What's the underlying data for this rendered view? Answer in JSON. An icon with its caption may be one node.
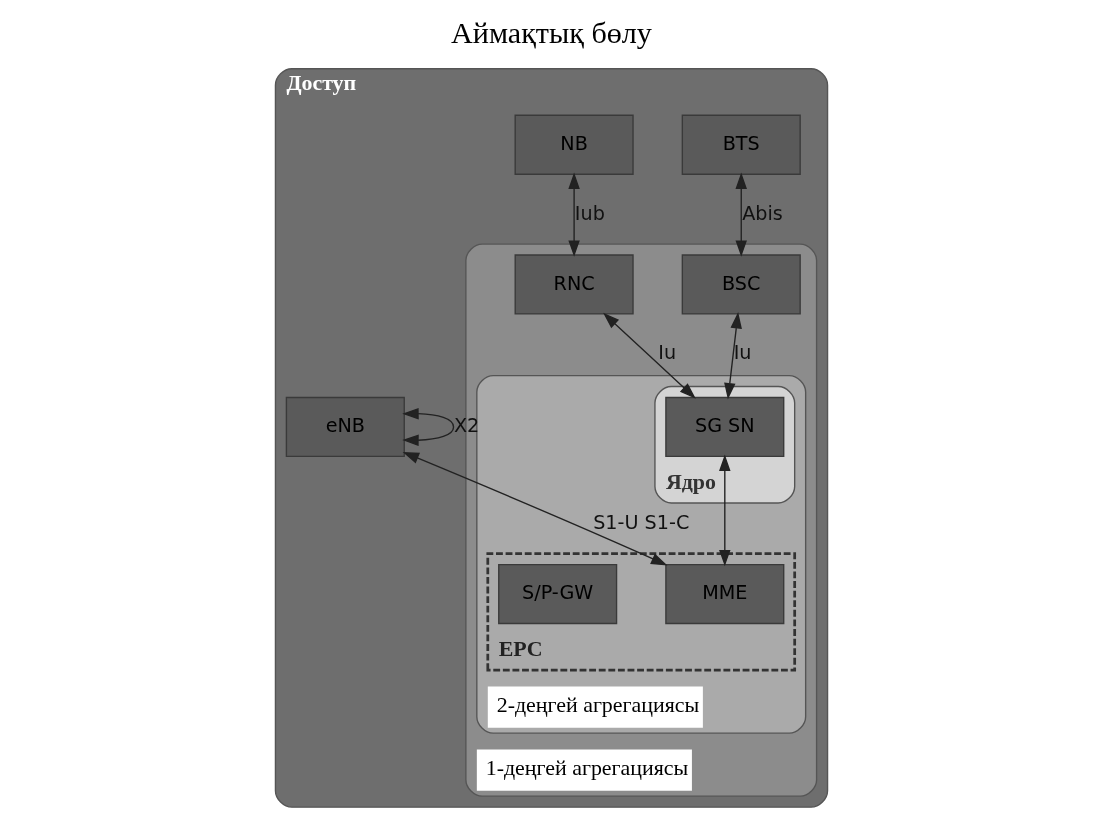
{
  "diagram": {
    "title": "Аймақтық бөлу",
    "nodes": [
      {
        "text": [
          "Доступ"
        ]
      },
      {
        "text": [
          "BTS"
        ],
        "in": 0
      },
      {
        "text": [
          "NB"
        ],
        "in": 0
      },
      {
        "text": [
          "eNB"
        ],
        "in": 0
      },
      {
        "text": [
          "1-деңгей агрегациясы"
        ],
        "in": 0
      },
      {
        "text": [
          "BSC"
        ],
        "in": 4
      },
      {
        "text": [
          "RNC"
        ],
        "in": 4
      },
      {
        "text": [
          "2-деңгей агрегациясы"
        ],
        "in": 4
      },
      {
        "text": [
          "Ядро"
        ],
        "in": 7
      },
      {
        "text": [
          "SG SN"
        ],
        "in": 8
      },
      {
        "text": [
          "EPC"
        ],
        "in": 7
      },
      {
        "text": [
          "MME"
        ],
        "in": 10
      },
      {
        "text": [
          "S/P-GW"
        ],
        "in": 10
      }
    ],
    "edges": [
      {
        "from": 1,
        "to": 5,
        "arrow": "both",
        "label": "Abis"
      },
      {
        "from": 2,
        "to": 6,
        "arrow": "both",
        "label": "Iub"
      },
      {
        "from": 3,
        "to": 3,
        "arrow": "both",
        "label": "X2"
      },
      {
        "from": 5,
        "to": 9,
        "arrow": "both",
        "label": "Iu"
      },
      {
        "from": 6,
        "to": 9,
        "arrow": "both",
        "label": "Iu"
      },
      {
        "from": 3,
        "to": 11,
        "arrow": "both",
        "label": "S1-U S1-C"
      },
      {
        "from": 9,
        "to": 11,
        "arrow": "both"
      }
    ]
  }
}
